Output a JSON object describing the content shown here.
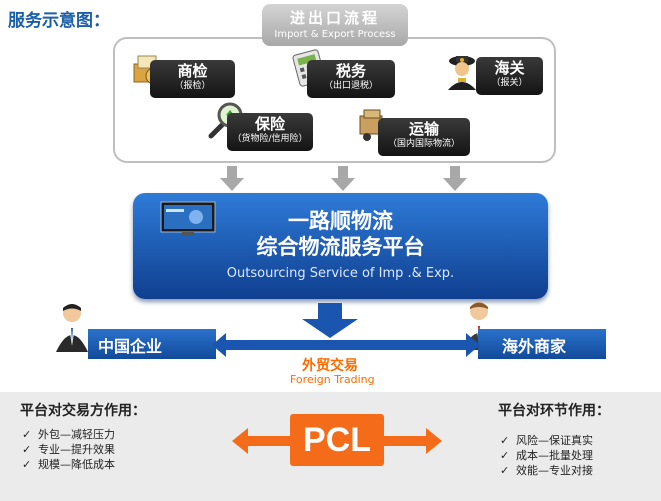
{
  "page_title": "服务示意图：",
  "process": {
    "title_cn": "进出口流程",
    "title_en": "Import & Export Process"
  },
  "services": [
    {
      "name": "商检",
      "sub": "（报检）",
      "icon": "inspection-stamp-icon"
    },
    {
      "name": "税务",
      "sub": "（出口退税）",
      "icon": "calculator-icon"
    },
    {
      "name": "海关",
      "sub": "（报关）",
      "icon": "customs-officer-icon"
    },
    {
      "name": "保险",
      "sub": "（货物险/信用险）",
      "icon": "insurance-magnifier-icon"
    },
    {
      "name": "运输",
      "sub": "（国内国际物流）",
      "icon": "freight-truck-icon"
    }
  ],
  "platform": {
    "line1": "一路顺物流",
    "line2": "综合物流服务平台",
    "en": "Outsourcing Service of Imp .& Exp."
  },
  "left_party": "中国企业",
  "right_party": "海外商家",
  "trade": {
    "cn": "外贸交易",
    "en": "Foreign Trading"
  },
  "left_role": {
    "title": "平台对交易方作用：",
    "items": [
      "外包—减轻压力",
      "专业—提升效果",
      "规模—降低成本"
    ]
  },
  "right_role": {
    "title": "平台对环节作用：",
    "items": [
      "风险—保证真实",
      "成本—批量处理",
      "效能—专业对接"
    ]
  },
  "check_mark": "✓",
  "pcl": "PCL",
  "colors": {
    "brand_blue": "#1b5fa8",
    "platform_blue": "#1f5fbf",
    "accent_orange": "#f46c1a",
    "service_dark": "#1f1f1f"
  }
}
